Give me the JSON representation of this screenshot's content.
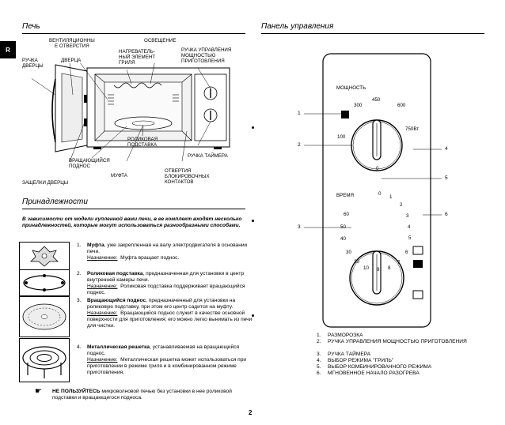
{
  "side_tab": "R",
  "left": {
    "oven_title": "Печь",
    "labels": {
      "vent": "ВЕНТИЛЯЦИОННЫ\nЕ ОТВЕРСТИЯ",
      "light": "ОСВЕЩЕНИЕ",
      "grill": "НАГРЕВАТЕЛЬ-\nНЫЙ ЭЛЕМЕНТ\nГРИЛЯ",
      "power_knob": "РУЧКА УПРАВЛЕНИЯ\nМОЩНОСТЬЮ\nПРИГОТОВЛЕНИЯ",
      "door_handle": "РУЧКА\nДВЕРЦЫ",
      "door": "ДВЕРЦА",
      "roller": "РОЛИКОВАЯ\nПОДСТАВКА",
      "timer_knob": "РУЧКА ТАЙМЕРА",
      "turntable": "ВРАЩАЮЩИЙСЯ\nПОДНОС",
      "coupler": "МУФТА",
      "interlock": "ОТВЕРТИЯ\nБЛОКИРОВОЧНЫХ\nКОНТАКТОВ",
      "latches": "ЗАЩЕЛКИ ДВЕРЦЫ"
    },
    "acc_title": "Принадлежности",
    "acc_intro": "В зависимости от модели купленной вами печи, в ее комплект входят несколько принадлежностей, которые могут использоваться разнообразными способами.",
    "items": [
      {
        "num": "1.",
        "name": "Муфта",
        "desc": ", уже закрепленная на валу электродвигателя в основании печи.",
        "purpose_label": "Назначение:",
        "purpose": "Муфта вращает поднос."
      },
      {
        "num": "2.",
        "name": "Роликовая подставка",
        "desc": ", предназначенная для установки в центр внутренней камеры печи.",
        "purpose_label": "Назначение:",
        "purpose": "Роликовая подставка поддерживает вращающийся поднос."
      },
      {
        "num": "3.",
        "name": "Вращающийся поднос",
        "desc": ", предназначенный для установки на роликовую подставку, при этом его центр садится на муфту.",
        "purpose_label": "Назначение:",
        "purpose": "Вращающийся поднос служит в качестве основной поверхности для приготовления; его можно легко вынимать из печи для чистки."
      },
      {
        "num": "4.",
        "name": "Металлическая решетка",
        "desc": ", устанавливаемая на вращающийся поднос.",
        "purpose_label": "Назначение:",
        "purpose": "Металлическая решетка может использоваться при приготовлении в режиме гриля и в комбинированном режиме приготовления."
      }
    ],
    "warn_icon": "pointing-hand-icon",
    "warn_bold": "НЕ ПОЛЬЗУЙТЕСЬ",
    "warn_text": " микроволновой печью без установки в нее роликовой подставки и вращающегося подноса."
  },
  "right": {
    "panel_title": "Панель управления",
    "power_label": "МОЩНОСТЬ",
    "power_marks": [
      "300",
      "450",
      "600",
      "100",
      "750Вт",
      "0"
    ],
    "timer_label": "ВРЕМЯ",
    "timer_marks": [
      "60",
      "50",
      "40",
      "30",
      "20",
      "10",
      "9",
      "8",
      "7",
      "6",
      "5",
      "4",
      "3",
      "2",
      "1",
      "0"
    ],
    "callouts": [
      "1",
      "2",
      "3",
      "4",
      "5",
      "6"
    ],
    "legend": [
      {
        "num": "1.",
        "text": "РАЗМОРОЗКА"
      },
      {
        "num": "2.",
        "text": "РУЧКА УПРАВЛЕНИЯ МОЩНОСТЬЮ ПРИГОТОВЛЕНИЯ"
      },
      {
        "num": "3.",
        "text": "РУЧКА ТАЙМЕРА"
      },
      {
        "num": "4.",
        "text": "ВЫБОР РЕЖИМА \"ГРИЛЬ\""
      },
      {
        "num": "5.",
        "text": "ВЫБОР КОМБИНИРОВАННОГО РЕЖИМА"
      },
      {
        "num": "6.",
        "text": "МГНОВЕННОЕ НАЧАЛО РАЗОГРЕВА"
      }
    ]
  },
  "page_number": "2"
}
